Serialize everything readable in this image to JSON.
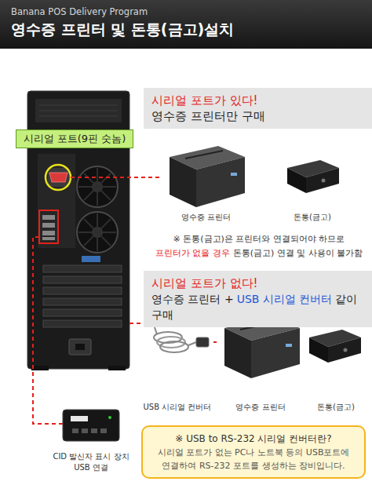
{
  "diagram": {
    "title": "영수증 프린터 및 돈통(금고)설치",
    "nodes": [
      {
        "text": [
          "시리얼 포트(9핀 숫놈)"
        ]
      },
      {
        "text": [
          "시리얼 포트가 있다!",
          "영수증 프린터만 구매"
        ]
      },
      {
        "text": [
          "영수증 프린터"
        ]
      },
      {
        "text": [
          "돈통(금고)"
        ]
      },
      {
        "text": [
          "시리얼 포트가 없다!",
          "영수증 프린터 +",
          "USB 시리얼 컨버터",
          "같이 구매"
        ]
      },
      {
        "text": [
          "USB 시리얼 컨버터"
        ]
      },
      {
        "text": [
          "영수증 프린터"
        ]
      },
      {
        "text": [
          "돈통(금고)"
        ]
      },
      {
        "text": [
          "CID 발신자 표시 장치",
          "USB 연결"
        ]
      },
      {
        "text": [
          "※ USB to RS-232 시리얼 컨버터란?",
          "시리얼 포트가 없는 PC나 노트북 등의 USB포트에 연결하여 RS-232 포트를 생성하는 장비입니다."
        ]
      }
    ],
    "edges": [
      {
        "from": 5,
        "to": 6,
        "arrow": "none"
      }
    ],
    "labels": [
      "Banana POS Delivery Program",
      "※ 돈통(금고)은 프린터와 연결되어야 하므로",
      "프린터가 없을 경우",
      "돈통(금고) 연결 및 사용이 불가함"
    ]
  }
}
